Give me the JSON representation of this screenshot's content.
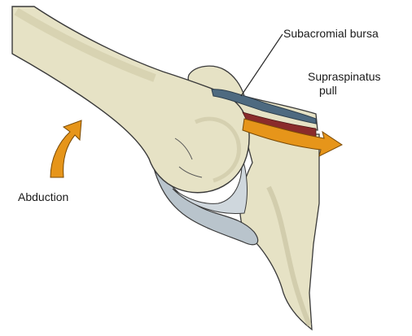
{
  "labels": {
    "subacromial_bursa": "Subacromial bursa",
    "supraspinatus_line1": "Supraspinatus",
    "supraspinatus_line2": "pull",
    "abduction": "Abduction"
  },
  "colors": {
    "bone": "#e6e2c5",
    "bone_shadow": "#c9c4a2",
    "outline": "#3a3a3a",
    "capsule": "#b9c4cc",
    "bursa": "#4e6a80",
    "muscle_red": "#8a2b2b",
    "tendon_orange": "#e6951a",
    "arrow_orange": "#e6951a"
  }
}
